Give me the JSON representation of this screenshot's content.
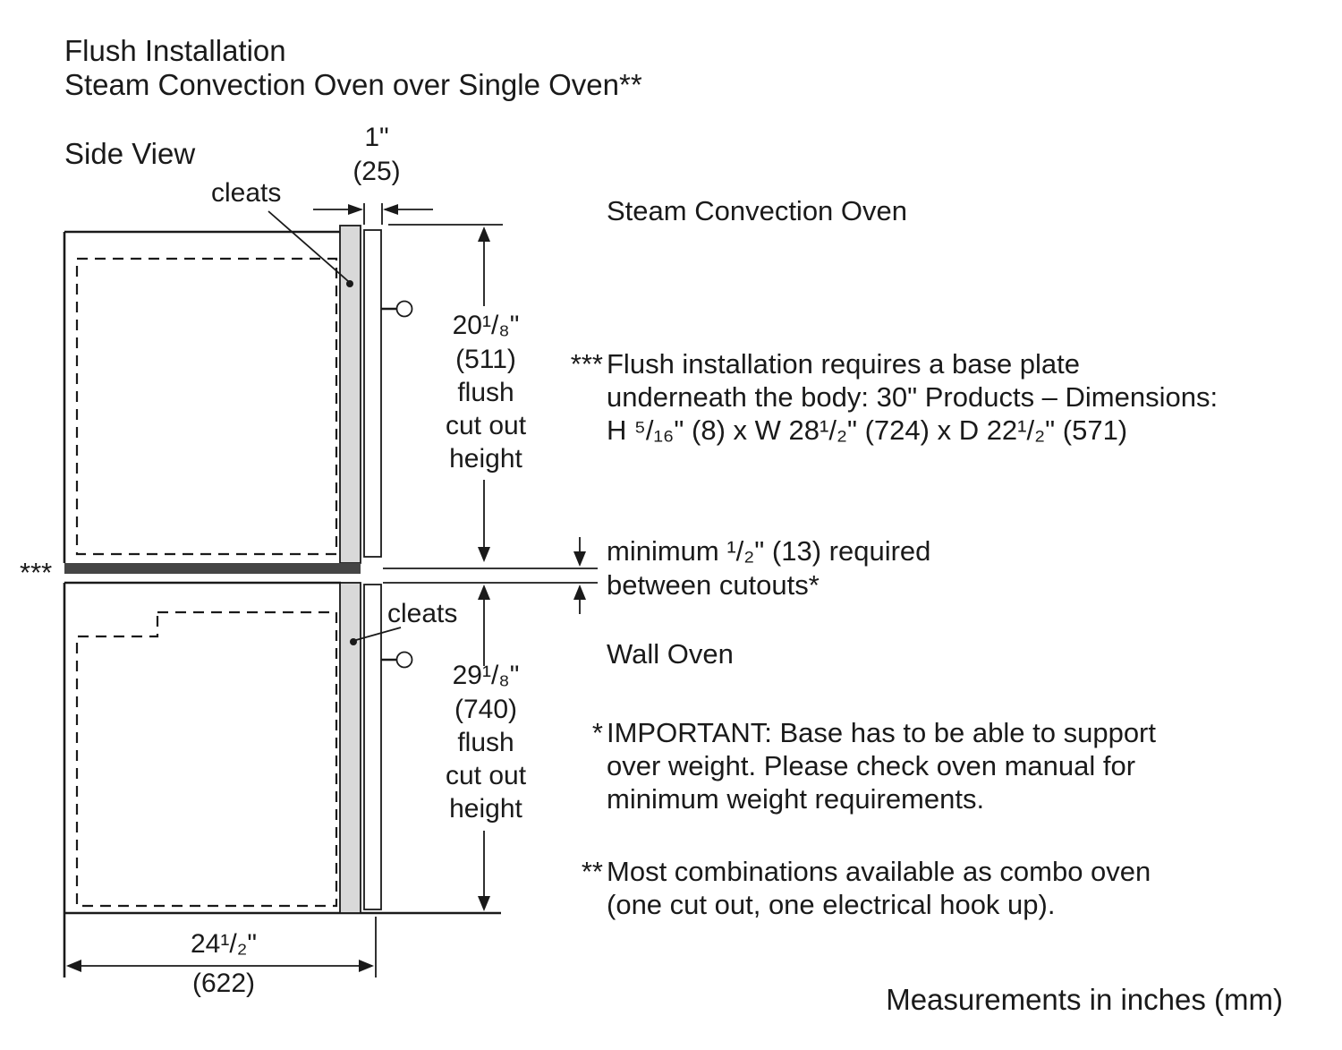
{
  "title": {
    "line1": "Flush Installation",
    "line2": "Steam Convection Oven over Single Oven**"
  },
  "side_view_label": "Side View",
  "diagram": {
    "cleats_top_label": "cleats",
    "cleats_bottom_label": "cleats",
    "base_plate_marker": "***",
    "dim_cleat": {
      "inches": "1\"",
      "mm": "(25)"
    },
    "dim_upper": {
      "inches": "20¹/₈\"",
      "mm": "(511)",
      "word1": "flush",
      "word2": "cut out",
      "word3": "height"
    },
    "dim_lower": {
      "inches": "29¹/₈\"",
      "mm": "(740)",
      "word1": "flush",
      "word2": "cut out",
      "word3": "height"
    },
    "dim_width": {
      "inches": "24¹/₂\"",
      "mm": "(622)"
    },
    "gap_note": {
      "line1": "minimum ¹/₂\" (13) required",
      "line2": "between cutouts*"
    }
  },
  "labels": {
    "steam_oven": "Steam Convection Oven",
    "wall_oven": "Wall Oven"
  },
  "notes": {
    "base_plate": {
      "marker": "***",
      "line1": "Flush installation requires a base plate",
      "line2": "underneath the body: 30\" Products – Dimensions:",
      "line3": "H ⁵/₁₆\" (8) x W 28¹/₂\" (724) x D 22¹/₂\" (571)"
    },
    "important": {
      "marker": "*",
      "line1": "IMPORTANT: Base has to be able to support",
      "line2": "over weight. Please check oven manual for",
      "line3": "minimum weight requirements."
    },
    "combo": {
      "marker": "**",
      "line1": "Most combinations available as combo oven",
      "line2": "(one cut out, one electrical hook up)."
    }
  },
  "footer": "Measurements in inches (mm)",
  "colors": {
    "line": "#1a1a1a",
    "cleat_fill": "#d9d9d9",
    "base_plate_fill": "#454545"
  }
}
